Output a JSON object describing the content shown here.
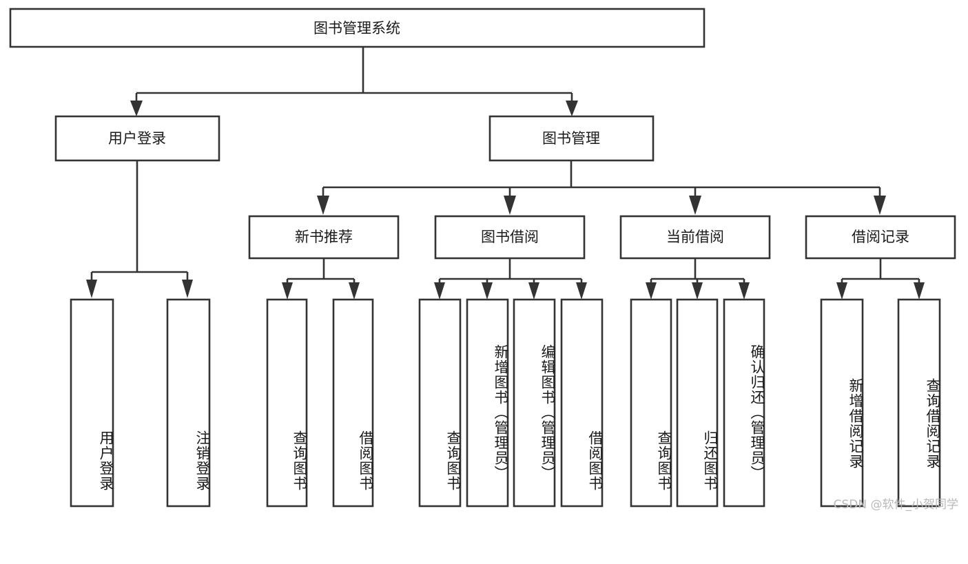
{
  "diagram": {
    "title": "图书管理系统",
    "type": "hierarchy-tree",
    "watermark": "CSDN @软件_小贺同学",
    "colors": {
      "box_stroke": "#333333",
      "box_fill": "#ffffff",
      "text": "#1a1a1a",
      "watermark": "#b9b9b9",
      "background": "#ffffff"
    },
    "root": {
      "label": "图书管理系统"
    },
    "level2": [
      {
        "label": "用户登录"
      },
      {
        "label": "图书管理"
      }
    ],
    "level3": [
      {
        "label": "新书推荐"
      },
      {
        "label": "图书借阅"
      },
      {
        "label": "当前借阅"
      },
      {
        "label": "借阅记录"
      }
    ],
    "leaves": {
      "user_login": [
        {
          "label": "用户登录"
        },
        {
          "label": "注销登录"
        }
      ],
      "new_book_recommend": [
        {
          "label": "查询图书"
        },
        {
          "label": "借阅图书"
        }
      ],
      "book_borrow": [
        {
          "label": "查询图书"
        },
        {
          "label": "新增图书（管理员）"
        },
        {
          "label": "编辑图书（管理员）"
        },
        {
          "label": "借阅图书"
        }
      ],
      "current_borrow": [
        {
          "label": "查询图书"
        },
        {
          "label": "归还图书"
        },
        {
          "label": "确认归还（管理员）"
        }
      ],
      "borrow_record": [
        {
          "label": "新增借阅记录"
        },
        {
          "label": "查询借阅记录"
        }
      ]
    }
  }
}
